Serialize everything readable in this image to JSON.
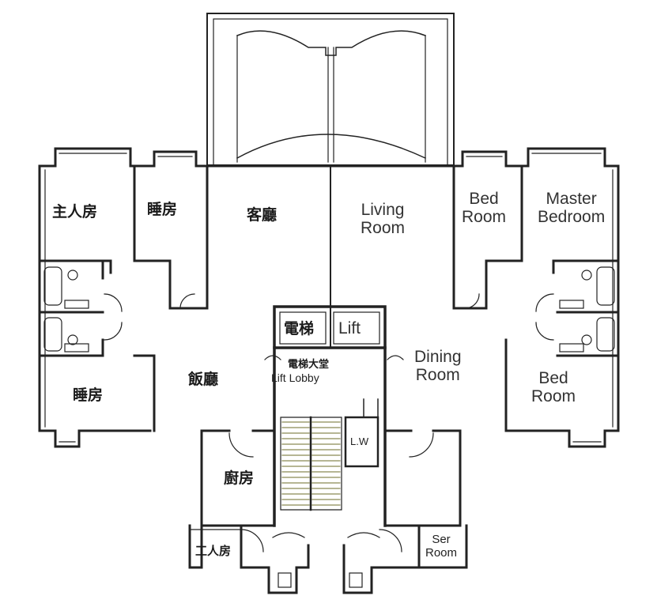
{
  "rooms_zh": {
    "master_bedroom": "主人房",
    "bedroom_upper": "睡房",
    "living_room": "客廳",
    "bedroom_lower": "睡房",
    "dining_room": "飯廳",
    "kitchen": "廚房",
    "worker_room": "工人房",
    "lift": "電梯",
    "lift_lobby": "電梯大堂"
  },
  "rooms_en": {
    "living_line1": "Living",
    "living_line2": "Room",
    "bed_upper_line1": "Bed",
    "bed_upper_line2": "Room",
    "master_line1": "Master",
    "master_line2": "Bedroom",
    "dining_line1": "Dining",
    "dining_line2": "Room",
    "bed_lower_line1": "Bed",
    "bed_lower_line2": "Room",
    "lift": "Lift",
    "lift_lobby": "Lift Lobby",
    "laundry": "L.W",
    "ser_line1": "Ser",
    "ser_line2": "Room"
  }
}
